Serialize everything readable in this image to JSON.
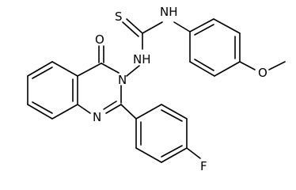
{
  "molecule": {
    "atoms": {
      "sulfur": "S",
      "nh_top": "NH",
      "nh_link": "NH",
      "n_ring_upper": "N",
      "n_ring_lower": "N",
      "oxo": "O",
      "methoxy_oxygen": "O",
      "fluorine": "F"
    }
  },
  "colors": {
    "bond": "#000000",
    "background": "#ffffff"
  }
}
